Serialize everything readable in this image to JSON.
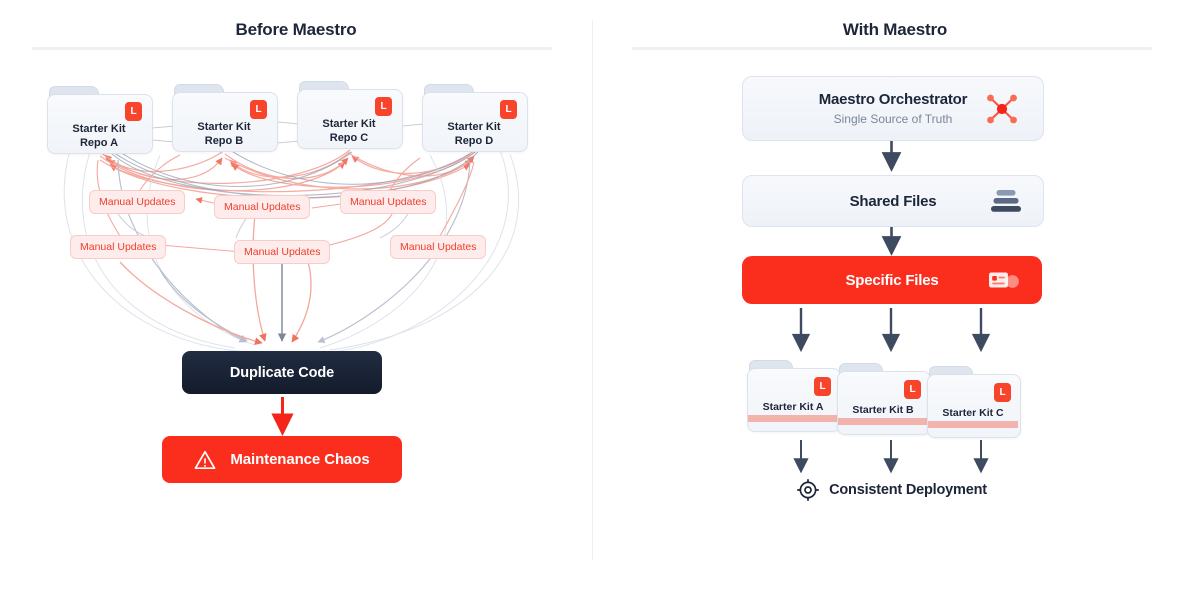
{
  "colors": {
    "accent_red": "#fb2e1e",
    "badge_red": "#f9442c",
    "pill_fill": "#fdeceb",
    "pill_border": "#f6cdc8",
    "pill_text": "#ef3e2b",
    "dark_navy": "#1d2639",
    "arrow_dark": "#3d4a60",
    "panel_soft": "#f4f7fb",
    "divider": "#eceef5",
    "stripe_pink": "#f2b3ad"
  },
  "left": {
    "title": "Before Maestro",
    "repos": [
      {
        "line1": "Starter Kit",
        "line2": "Repo A",
        "badge": "L"
      },
      {
        "line1": "Starter Kit",
        "line2": "Repo B",
        "badge": "L"
      },
      {
        "line1": "Starter Kit",
        "line2": "Repo C",
        "badge": "L"
      },
      {
        "line1": "Starter Kit",
        "line2": "Repo D",
        "badge": "L"
      }
    ],
    "pills": [
      {
        "label": "Manual Updates"
      },
      {
        "label": "Manual Updates"
      },
      {
        "label": "Manual Updates"
      },
      {
        "label": "Manual Updates"
      },
      {
        "label": "Manual Updates"
      },
      {
        "label": "Manual Updates"
      }
    ],
    "duplicate_code": "Duplicate Code",
    "maintenance_chaos": "Maintenance Chaos",
    "warning_icon": "warning-triangle-icon"
  },
  "right": {
    "title": "With Maestro",
    "orchestrator": {
      "title": "Maestro Orchestrator",
      "subtitle": "Single Source of Truth",
      "icon": "network-hub-icon"
    },
    "shared_files": {
      "title": "Shared Files",
      "icon": "stacked-layers-icon"
    },
    "specific_files": {
      "title": "Specific Files",
      "icon": "file-card-icon"
    },
    "kits": [
      {
        "label": "Starter Kit A",
        "badge": "L"
      },
      {
        "label": "Starter Kit B",
        "badge": "L"
      },
      {
        "label": "Starter Kit C",
        "badge": "L"
      }
    ],
    "deployment": {
      "label": "Consistent Deployment",
      "icon": "target-crosshair-icon"
    }
  }
}
